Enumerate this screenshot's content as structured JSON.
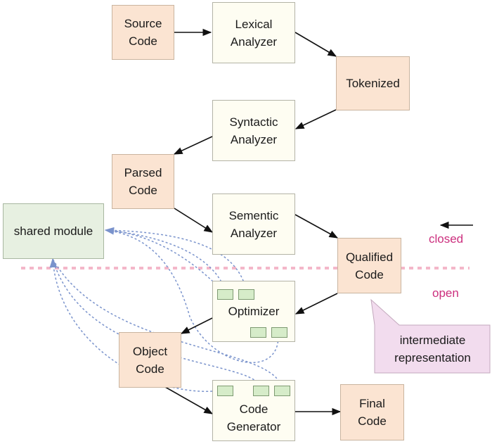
{
  "nodes": {
    "source_code": [
      "Source",
      "Code"
    ],
    "lexical_analyzer": [
      "Lexical",
      "Analyzer"
    ],
    "tokenized": [
      "Tokenized"
    ],
    "syntactic_analyzer": [
      "Syntactic",
      "Analyzer"
    ],
    "parsed_code": [
      "Parsed",
      "Code"
    ],
    "sementic_analyzer": [
      "Sementic",
      "Analyzer"
    ],
    "qualified_code": [
      "Qualified",
      "Code"
    ],
    "optimizer": [
      "Optimizer"
    ],
    "object_code": [
      "Object",
      "Code"
    ],
    "code_generator": [
      "Code",
      "Generator"
    ],
    "final_code": [
      "Final",
      "Code"
    ],
    "shared_module": [
      "shared module"
    ]
  },
  "labels": {
    "closed": "closed",
    "open": "open"
  },
  "callout": [
    "intermediate",
    "representation"
  ],
  "colors": {
    "data_fill": "#fbe4d2",
    "process_fill": "#fefdf2",
    "shared_fill": "#e7f0e1",
    "callout_fill": "#f2dcee",
    "divider": "#f4b7c9",
    "dependency_line": "#7a93cc",
    "label_text": "#cc2f7e"
  }
}
